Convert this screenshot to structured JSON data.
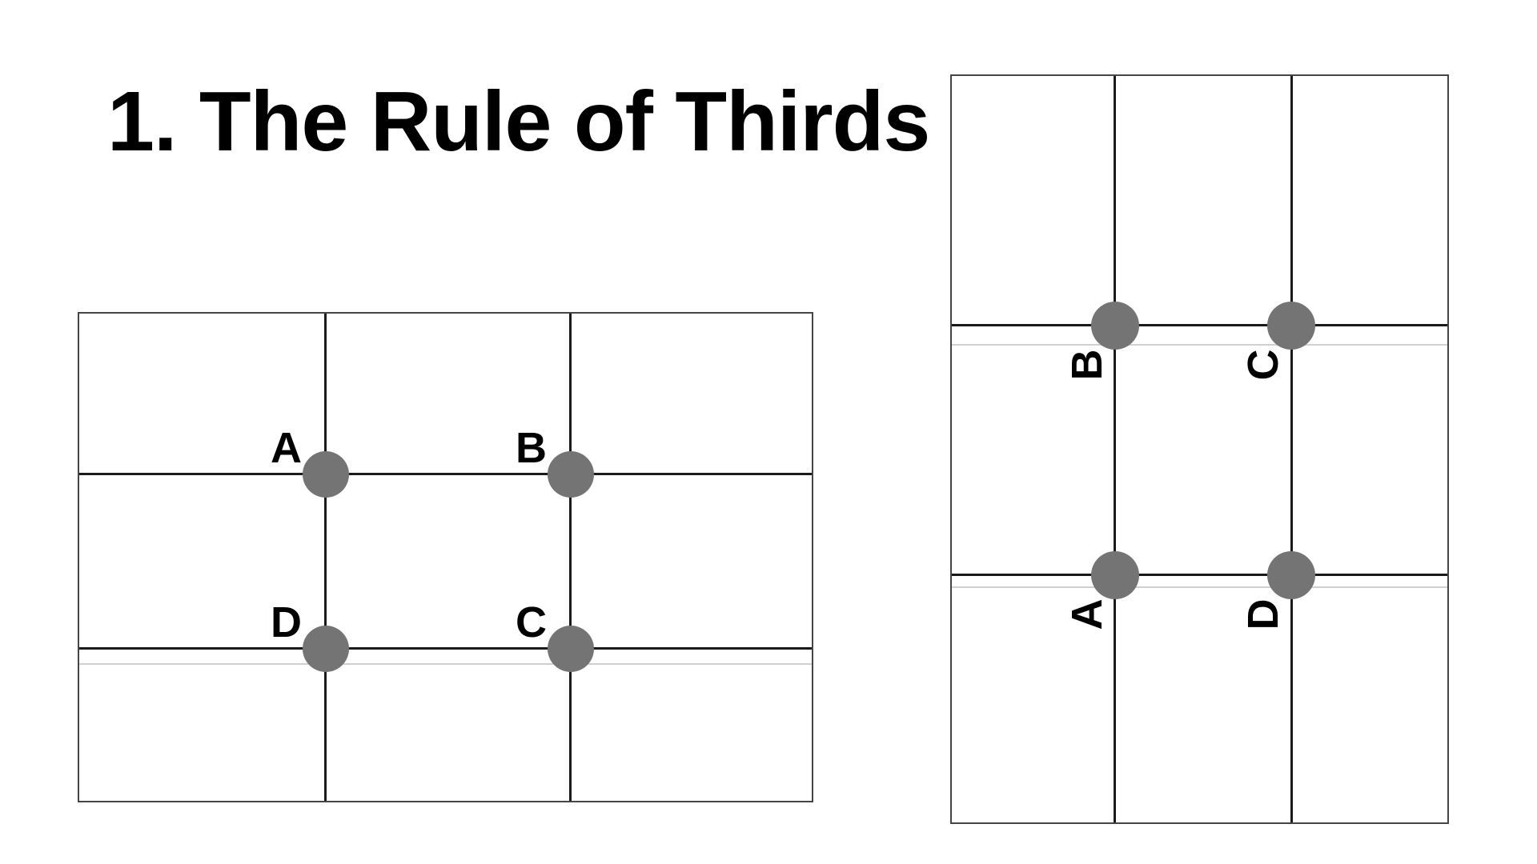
{
  "title": {
    "text": "1. The Rule of Thirds"
  },
  "colors": {
    "title": "#000000",
    "label": "#000000",
    "dot": "#747474",
    "line": "#1a1a1a",
    "border": "#454545",
    "ghost": "#d0d0d0",
    "bg": "#ffffff"
  },
  "left_grid": {
    "orientation": "landscape",
    "rows": 3,
    "columns": 3,
    "points": [
      {
        "label": "A",
        "position": "top-left intersection"
      },
      {
        "label": "B",
        "position": "top-right intersection"
      },
      {
        "label": "D",
        "position": "bottom-left intersection"
      },
      {
        "label": "C",
        "position": "bottom-right intersection"
      }
    ]
  },
  "right_grid": {
    "orientation": "portrait",
    "rows": 3,
    "columns": 3,
    "label_rotation_deg": -90,
    "points": [
      {
        "label": "B",
        "position": "top-left intersection"
      },
      {
        "label": "C",
        "position": "top-right intersection"
      },
      {
        "label": "A",
        "position": "bottom-left intersection"
      },
      {
        "label": "D",
        "position": "bottom-right intersection"
      }
    ]
  }
}
